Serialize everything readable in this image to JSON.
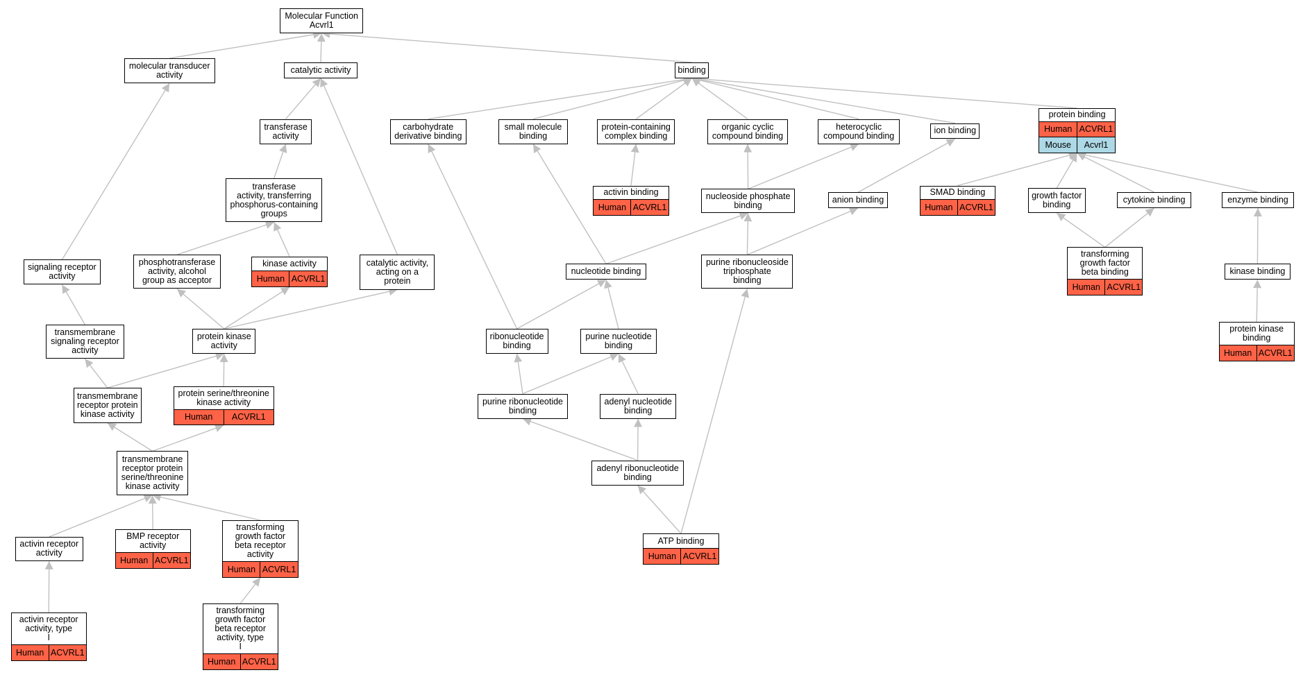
{
  "colors": {
    "human": "#FF6347",
    "mouse": "#ADD8E6",
    "edge": "#c0c0c0",
    "border": "#000000"
  },
  "nodes": {
    "mf": {
      "label": "Molecular Function\nAcvrl1"
    },
    "mol_transducer": {
      "label": "molecular transducer\nactivity"
    },
    "catalytic": {
      "label": "catalytic activity"
    },
    "binding": {
      "label": "binding"
    },
    "transferase": {
      "label": "transferase\nactivity"
    },
    "transferase_p": {
      "label": "transferase\nactivity, transferring\nphosphorus-containing\ngroups"
    },
    "phosphotransferase": {
      "label": "phosphotransferase\nactivity, alcohol\ngroup as acceptor"
    },
    "kinase_activity": {
      "label": "kinase activity",
      "tags": [
        [
          "Human",
          "ACVRL1"
        ]
      ]
    },
    "catalytic_protein": {
      "label": "catalytic activity,\nacting on a\nprotein"
    },
    "signaling_receptor": {
      "label": "signaling receptor\nactivity"
    },
    "tm_signaling": {
      "label": "transmembrane\nsignaling receptor\nactivity"
    },
    "protein_kinase": {
      "label": "protein kinase\nactivity"
    },
    "ps_t_kinase": {
      "label": "protein serine/threonine\nkinase activity",
      "tags": [
        [
          "Human",
          "ACVRL1"
        ]
      ]
    },
    "tm_rec_pk": {
      "label": "transmembrane\nreceptor protein\nkinase activity"
    },
    "tm_rec_pst": {
      "label": "transmembrane\nreceptor protein\nserine/threonine\nkinase activity"
    },
    "activin_receptor": {
      "label": "activin receptor\nactivity"
    },
    "bmp_receptor": {
      "label": "BMP receptor\nactivity",
      "tags": [
        [
          "Human",
          "ACVRL1"
        ]
      ]
    },
    "tgfb_receptor": {
      "label": "transforming\ngrowth factor\nbeta receptor\nactivity",
      "tags": [
        [
          "Human",
          "ACVRL1"
        ]
      ]
    },
    "activin_receptor_1": {
      "label": "activin receptor\nactivity, type\nI",
      "tags": [
        [
          "Human",
          "ACVRL1"
        ]
      ]
    },
    "tgfb_receptor_1": {
      "label": "transforming\ngrowth factor\nbeta receptor\nactivity, type\nI",
      "tags": [
        [
          "Human",
          "ACVRL1"
        ]
      ]
    },
    "carb_deriv": {
      "label": "carbohydrate\nderivative binding"
    },
    "small_molecule": {
      "label": "small molecule\nbinding"
    },
    "protein_complex": {
      "label": "protein-containing\ncomplex binding"
    },
    "organic_cyclic": {
      "label": "organic cyclic\ncompound binding"
    },
    "heterocyclic": {
      "label": "heterocyclic\ncompound binding"
    },
    "ion_binding": {
      "label": "ion binding"
    },
    "protein_binding": {
      "label": "protein binding",
      "tags": [
        [
          "Human",
          "ACVRL1"
        ],
        [
          "Mouse",
          "Acvrl1"
        ]
      ]
    },
    "activin_binding": {
      "label": "activin binding",
      "tags": [
        [
          "Human",
          "ACVRL1"
        ]
      ]
    },
    "nucleoside_phosphate": {
      "label": "nucleoside phosphate\nbinding"
    },
    "anion_binding": {
      "label": "anion binding"
    },
    "smad_binding": {
      "label": "SMAD binding",
      "tags": [
        [
          "Human",
          "ACVRL1"
        ]
      ]
    },
    "growth_factor": {
      "label": "growth factor\nbinding"
    },
    "cytokine_binding": {
      "label": "cytokine binding"
    },
    "enzyme_binding": {
      "label": "enzyme binding"
    },
    "nucleotide_binding": {
      "label": "nucleotide binding"
    },
    "purine_ribonucleoside_tp": {
      "label": "purine ribonucleoside\ntriphosphate\nbinding"
    },
    "tgfb_binding": {
      "label": "transforming\ngrowth factor\nbeta binding",
      "tags": [
        [
          "Human",
          "ACVRL1"
        ]
      ]
    },
    "kinase_binding": {
      "label": "kinase binding"
    },
    "protein_kinase_binding": {
      "label": "protein kinase\nbinding",
      "tags": [
        [
          "Human",
          "ACVRL1"
        ]
      ]
    },
    "ribonucleotide": {
      "label": "ribonucleotide\nbinding"
    },
    "purine_nucleotide": {
      "label": "purine nucleotide\nbinding"
    },
    "purine_ribonucleotide": {
      "label": "purine ribonucleotide\nbinding"
    },
    "adenyl_nucleotide": {
      "label": "adenyl nucleotide\nbinding"
    },
    "adenyl_ribonucleotide": {
      "label": "adenyl ribonucleotide\nbinding"
    },
    "atp_binding": {
      "label": "ATP binding",
      "tags": [
        [
          "Human",
          "ACVRL1"
        ]
      ]
    }
  },
  "edges": [
    [
      "mol_transducer",
      "mf"
    ],
    [
      "catalytic",
      "mf"
    ],
    [
      "binding",
      "mf"
    ],
    [
      "transferase",
      "catalytic"
    ],
    [
      "catalytic_protein",
      "catalytic"
    ],
    [
      "transferase_p",
      "transferase"
    ],
    [
      "phosphotransferase",
      "transferase_p"
    ],
    [
      "kinase_activity",
      "transferase_p"
    ],
    [
      "protein_kinase",
      "phosphotransferase"
    ],
    [
      "protein_kinase",
      "kinase_activity"
    ],
    [
      "protein_kinase",
      "catalytic_protein"
    ],
    [
      "ps_t_kinase",
      "protein_kinase"
    ],
    [
      "tm_rec_pk",
      "protein_kinase"
    ],
    [
      "tm_rec_pk",
      "tm_signaling"
    ],
    [
      "tm_signaling",
      "signaling_receptor"
    ],
    [
      "signaling_receptor",
      "mol_transducer"
    ],
    [
      "tm_rec_pst",
      "tm_rec_pk"
    ],
    [
      "tm_rec_pst",
      "ps_t_kinase"
    ],
    [
      "activin_receptor",
      "tm_rec_pst"
    ],
    [
      "bmp_receptor",
      "tm_rec_pst"
    ],
    [
      "tgfb_receptor",
      "tm_rec_pst"
    ],
    [
      "activin_receptor_1",
      "activin_receptor"
    ],
    [
      "tgfb_receptor_1",
      "tgfb_receptor"
    ],
    [
      "carb_deriv",
      "binding"
    ],
    [
      "small_molecule",
      "binding"
    ],
    [
      "protein_complex",
      "binding"
    ],
    [
      "organic_cyclic",
      "binding"
    ],
    [
      "heterocyclic",
      "binding"
    ],
    [
      "ion_binding",
      "binding"
    ],
    [
      "protein_binding",
      "binding"
    ],
    [
      "activin_binding",
      "protein_complex"
    ],
    [
      "nucleoside_phosphate",
      "organic_cyclic"
    ],
    [
      "nucleoside_phosphate",
      "heterocyclic"
    ],
    [
      "anion_binding",
      "ion_binding"
    ],
    [
      "smad_binding",
      "protein_binding"
    ],
    [
      "growth_factor",
      "protein_binding"
    ],
    [
      "cytokine_binding",
      "protein_binding"
    ],
    [
      "enzyme_binding",
      "protein_binding"
    ],
    [
      "nucleotide_binding",
      "small_molecule"
    ],
    [
      "nucleotide_binding",
      "nucleoside_phosphate"
    ],
    [
      "purine_ribonucleoside_tp",
      "nucleoside_phosphate"
    ],
    [
      "purine_ribonucleoside_tp",
      "anion_binding"
    ],
    [
      "tgfb_binding",
      "growth_factor"
    ],
    [
      "tgfb_binding",
      "cytokine_binding"
    ],
    [
      "kinase_binding",
      "enzyme_binding"
    ],
    [
      "protein_kinase_binding",
      "kinase_binding"
    ],
    [
      "ribonucleotide",
      "carb_deriv"
    ],
    [
      "ribonucleotide",
      "nucleotide_binding"
    ],
    [
      "purine_nucleotide",
      "nucleotide_binding"
    ],
    [
      "purine_ribonucleotide",
      "ribonucleotide"
    ],
    [
      "purine_ribonucleotide",
      "purine_nucleotide"
    ],
    [
      "adenyl_nucleotide",
      "purine_nucleotide"
    ],
    [
      "adenyl_ribonucleotide",
      "purine_ribonucleotide"
    ],
    [
      "adenyl_ribonucleotide",
      "adenyl_nucleotide"
    ],
    [
      "atp_binding",
      "adenyl_ribonucleotide"
    ],
    [
      "atp_binding",
      "purine_ribonucleoside_tp"
    ]
  ]
}
